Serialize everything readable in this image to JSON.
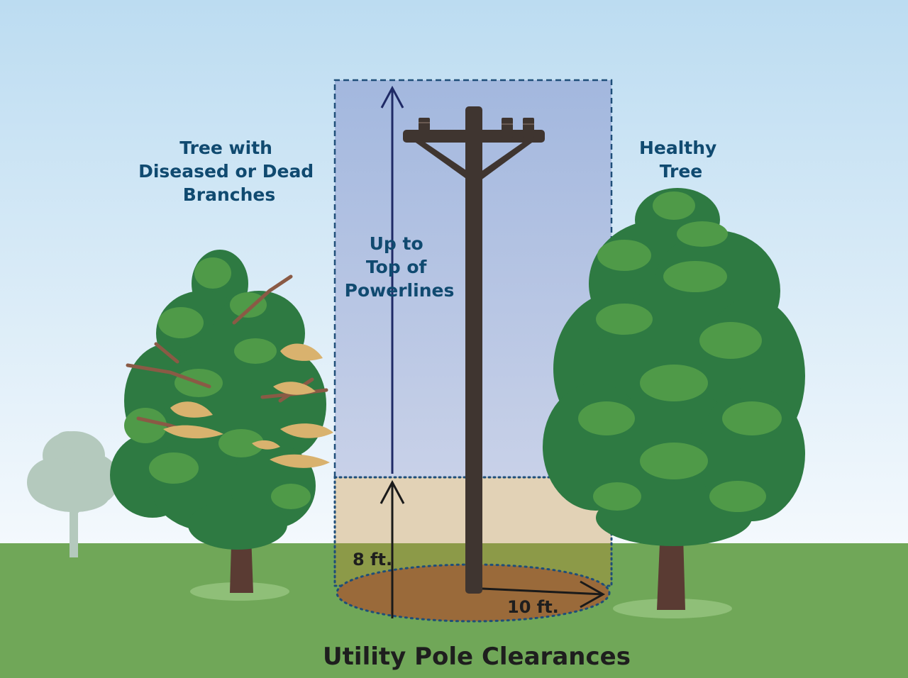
{
  "title": "Utility Pole Clearances",
  "left_tree_label": [
    "Tree with",
    "Diseased or Dead",
    "Branches"
  ],
  "right_tree_label": [
    "Healthy",
    "Tree"
  ],
  "vertical_zone_label": [
    "Up to",
    "Top of",
    "Powerlines"
  ],
  "height_clearance": "8 ft.",
  "radius_clearance": "10 ft.",
  "colors": {
    "sky_top": "#bcdcf1",
    "sky_bottom": "#f2f8fc",
    "grass": "#70a758",
    "label_blue": "#104a70",
    "zone_fill": "#8fa4d4",
    "zone_border": "#1f4e79",
    "ground_zone": "#e2d2b6",
    "dirt": "#9a6a3a",
    "pole": "#3f3530",
    "tree_dark": "#2e7a42",
    "tree_light": "#4f9a48",
    "dead_leaves": "#d9b26e",
    "trunk": "#5a3b33"
  }
}
